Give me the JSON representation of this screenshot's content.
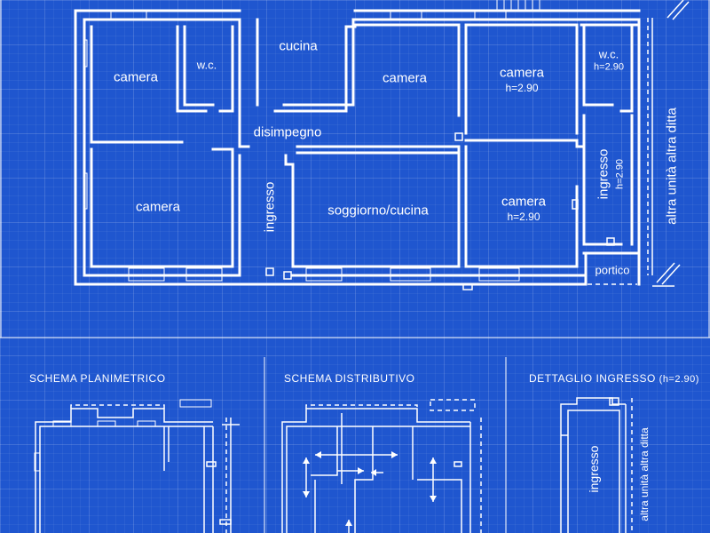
{
  "plan": {
    "rooms": {
      "camera_top_left": "camera",
      "wc_left": "w.c.",
      "cucina": "cucina",
      "camera_mid": "camera",
      "camera_right": "camera",
      "camera_right_h": "h=2.90",
      "wc_right": "w.c.",
      "wc_right_h": "h=2.90",
      "disimpegno": "disimpegno",
      "camera_bottom_left": "camera",
      "ingresso_left": "ingresso",
      "soggiorno": "soggiorno/cucina",
      "camera_bottom_right": "camera",
      "camera_bottom_right_h": "h=2.90",
      "ingresso_right": "ingresso",
      "ingresso_right_h": "h=2.90",
      "altra_unita": "altra unità altra ditta",
      "portico": "portico"
    }
  },
  "sections": {
    "schema_planimetrico": "SCHEMA PLANIMETRICO",
    "schema_distributivo": "SCHEMA DISTRIBUTIVO",
    "dettaglio_ingresso": "DETTAGLIO INGRESSO",
    "dettaglio_ingresso_h": "(h=2.90)"
  },
  "detail": {
    "ingresso": "ingresso",
    "altra_unita": "altra unità altra ditta"
  },
  "colors": {
    "background": "#1f56cf",
    "lines": "#ffffff"
  }
}
